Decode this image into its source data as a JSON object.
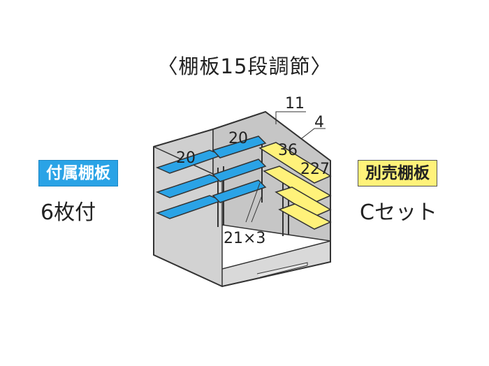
{
  "title": "〈棚板15段調節〉",
  "left_panel": {
    "badge": "付属棚板",
    "value": "6枚付"
  },
  "right_panel": {
    "badge": "別売棚板",
    "value": "Cセット"
  },
  "dimensions": {
    "depth_left": "20",
    "depth_mid": "20",
    "top_right": "11",
    "side_right": "4",
    "shelf_depth_right": "36",
    "shelf_length_right": "227",
    "spacing": "21×3"
  },
  "colors": {
    "included_shelf": "#2aa3e6",
    "optional_shelf": "#fff27a",
    "room_fill": "#cfcfcf",
    "outline": "#333333"
  }
}
